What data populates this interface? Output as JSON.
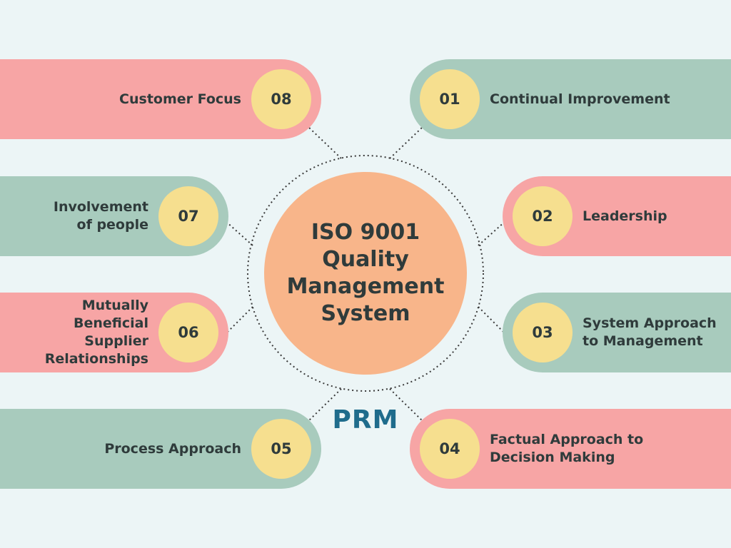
{
  "center": {
    "title": "ISO 9001 Quality Management System"
  },
  "brand": "PRM",
  "colors": {
    "background": "#ecf5f6",
    "pink": "#f7a5a5",
    "green": "#a8cbbd",
    "badge": "#f6df8f",
    "hub": "#f8b58a",
    "text": "#2f3b3b",
    "brand": "#1f6c8c"
  },
  "principles": [
    {
      "number": "01",
      "label": "Continual Improvement"
    },
    {
      "number": "02",
      "label": "Leadership"
    },
    {
      "number": "03",
      "label": "System Approach to Management"
    },
    {
      "number": "04",
      "label": "Factual Approach to Decision Making"
    },
    {
      "number": "05",
      "label": "Process Approach"
    },
    {
      "number": "06",
      "label": "Mutually Beneficial Supplier Relationships"
    },
    {
      "number": "07",
      "label": "Involvement of people"
    },
    {
      "number": "08",
      "label": "Customer Focus"
    }
  ]
}
